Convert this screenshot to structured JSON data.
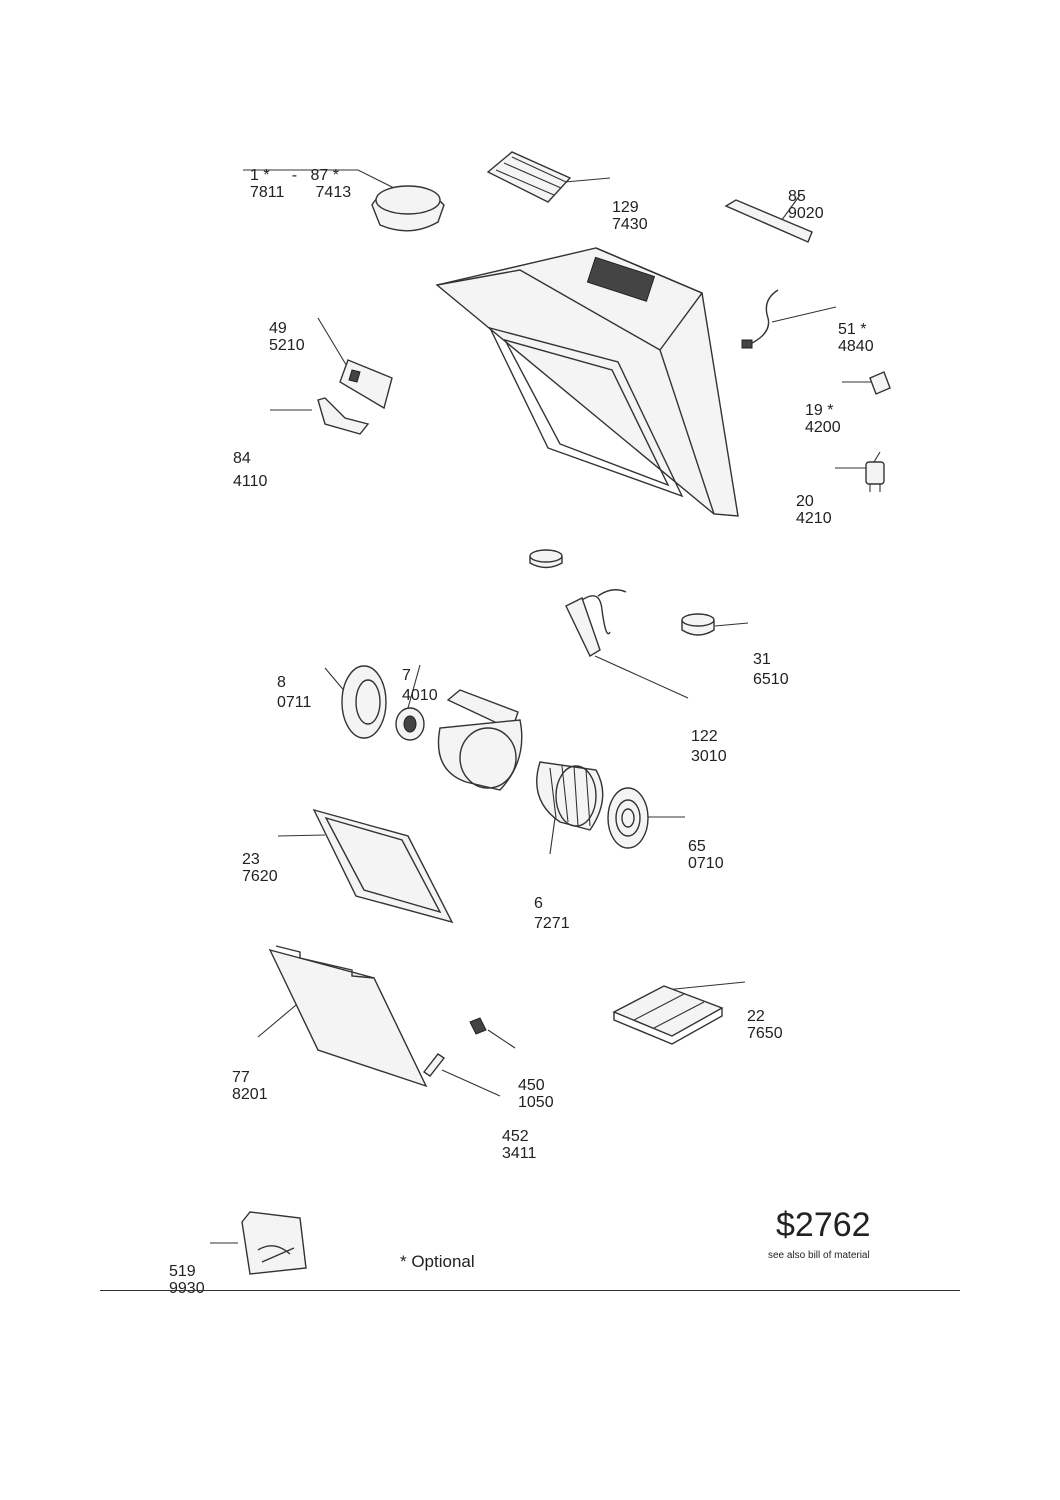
{
  "parts": [
    {
      "id": "optional-top",
      "line1": "1 *     -   87 *",
      "line2": "7811       7413"
    },
    {
      "id": "129",
      "line1": "129",
      "line2": "7430"
    },
    {
      "id": "85",
      "line1": "85",
      "line2": "9020"
    },
    {
      "id": "49",
      "line1": "49",
      "line2": "5210"
    },
    {
      "id": "51",
      "line1": "51 *",
      "line2": "4840"
    },
    {
      "id": "84",
      "line1": "84",
      "line2": "4110"
    },
    {
      "id": "19",
      "line1": "19 *",
      "line2": "4200"
    },
    {
      "id": "20",
      "line1": "20",
      "line2": "4210"
    },
    {
      "id": "31",
      "line1": "31",
      "line2": "6510"
    },
    {
      "id": "8",
      "line1": "8",
      "line2": "0711"
    },
    {
      "id": "7",
      "line1": "7",
      "line2": "4010"
    },
    {
      "id": "122",
      "line1": "122",
      "line2": "3010"
    },
    {
      "id": "65",
      "line1": "65",
      "line2": "0710"
    },
    {
      "id": "23",
      "line1": "23",
      "line2": "7620"
    },
    {
      "id": "6",
      "line1": "6",
      "line2": "7271"
    },
    {
      "id": "22",
      "line1": "22",
      "line2": "7650"
    },
    {
      "id": "77",
      "line1": "77",
      "line2": "8201"
    },
    {
      "id": "450",
      "line1": "450",
      "line2": "1050"
    },
    {
      "id": "452",
      "line1": "452",
      "line2": "3411"
    },
    {
      "id": "519",
      "line1": "519",
      "line2": "9930"
    }
  ],
  "footer": {
    "optional_note": "* Optional",
    "code": "$2762",
    "code_note": "see also bill of material"
  }
}
